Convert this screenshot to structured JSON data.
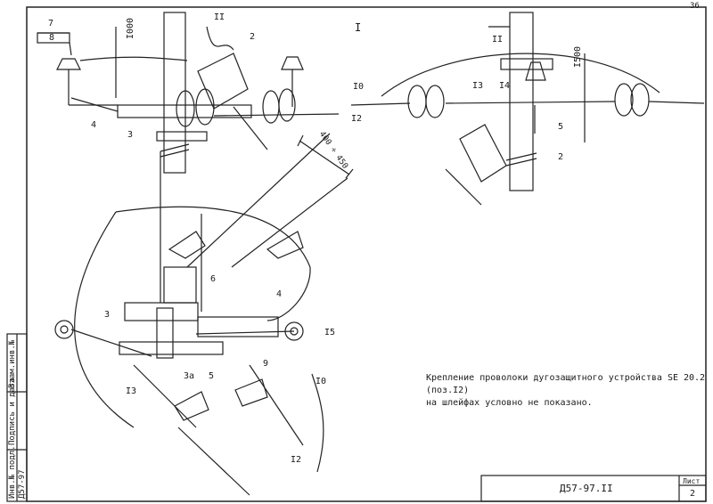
{
  "sheet": {
    "page_number": "36",
    "doc_code": "Д57-97.II",
    "sheet_label": "Лист",
    "sheet_number": "2"
  },
  "views": {
    "view1_title": "I",
    "view2_label": "II"
  },
  "dimensions": {
    "d1000": "I000",
    "d1500": "I500",
    "d400_450": "400 ÷ 450"
  },
  "callouts": {
    "c7": "7",
    "c8": "8",
    "c4a": "4",
    "c3a": "3",
    "c2a": "2",
    "c10a": "I0",
    "c12a": "I2",
    "c13a": "I3",
    "c14": "I4",
    "c5a": "5",
    "c2b": "2",
    "c6": "6",
    "c4b": "4",
    "c3b": "3",
    "c15": "I5",
    "c9": "9",
    "c3a_sub": "3а",
    "c5b": "5",
    "c13b": "I3",
    "c10b": "I0",
    "c12b": "I2"
  },
  "note": {
    "line1": "Крепление проволоки дугозащитного устройства",
    "line1_code": "SE 20.2 (поз.I2)",
    "line2": "на шлейфах условно не показано."
  },
  "stamp": {
    "col1": "Инв.№ подл.",
    "col2": "Подпись и дата",
    "col3": "Взам.инв.№",
    "code": "Д57-97"
  }
}
